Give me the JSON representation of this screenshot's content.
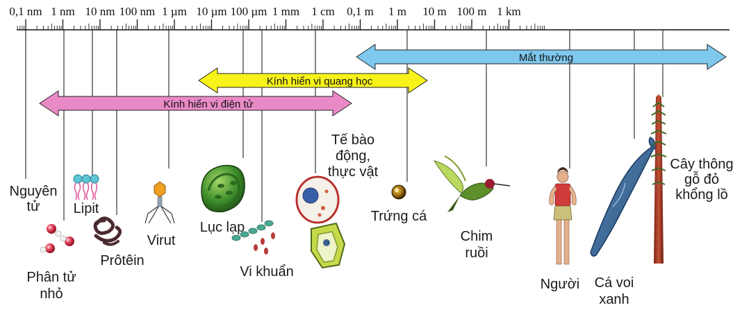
{
  "scale": {
    "ticks": [
      "0,1 nm",
      "1 nm",
      "10 nm",
      "100 nm",
      "1 µm",
      "10 µm",
      "100 µm",
      "1 mm",
      "1 cm",
      "0,1 m",
      "1 m",
      "10 m",
      "100 m",
      "1 km"
    ]
  },
  "ranges": [
    {
      "label": "Mắt thường",
      "color": "#7ec8ee"
    },
    {
      "label": "Kính hiển vi quang học",
      "color": "#f7f21a"
    },
    {
      "label": "Kính hiển vi điện tử",
      "color": "#e98ac6"
    }
  ],
  "objects": {
    "atom": {
      "lines": [
        "Nguyên",
        "tử"
      ]
    },
    "small_molecule": {
      "lines": [
        "Phân tử",
        "nhỏ"
      ]
    },
    "lipid": {
      "lines": [
        "Lipit"
      ]
    },
    "protein": {
      "lines": [
        "Prôtêin"
      ]
    },
    "virus": {
      "lines": [
        "Virut"
      ]
    },
    "chloroplast": {
      "lines": [
        "Lục lạp"
      ]
    },
    "bacteria": {
      "lines": [
        "Vi khuẩn"
      ]
    },
    "cells": {
      "lines": [
        "Tế bào",
        "động,",
        "thực vật"
      ]
    },
    "fish_egg": {
      "lines": [
        "Trứng cá"
      ]
    },
    "hummingbird": {
      "lines": [
        "Chim",
        "ruồi"
      ]
    },
    "human": {
      "lines": [
        "Người"
      ]
    },
    "whale": {
      "lines": [
        "Cá voi",
        "xanh"
      ]
    },
    "redwood": {
      "lines": [
        "Cây thông",
        "gỗ đỏ",
        "khổng lồ"
      ]
    }
  }
}
